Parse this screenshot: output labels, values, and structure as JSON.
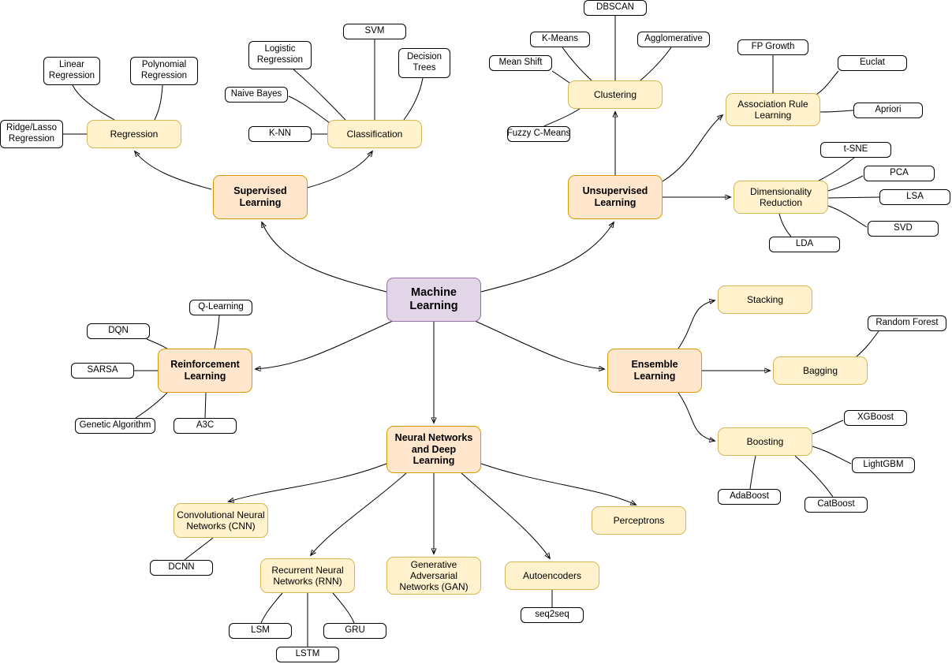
{
  "colors": {
    "root_fill": "#E1D5E7",
    "root_stroke": "#9673A6",
    "branch_fill": "#FFE6CC",
    "branch_stroke": "#D79B00",
    "sub_fill": "#FFF2CC",
    "sub_stroke": "#D6B656",
    "leaf_fill": "#FFFFFF",
    "leaf_stroke": "#000000",
    "edge": "#000000"
  },
  "nodes": {
    "machine_learning": "Machine Learning",
    "supervised_learning": "Supervised Learning",
    "unsupervised_learning": "Unsupervised Learning",
    "reinforcement_learning": "Reinforcement Learning",
    "ensemble_learning": "Ensemble Learning",
    "neural_networks_deep_learning": "Neural Networks and Deep Learning",
    "regression": "Regression",
    "classification": "Classification",
    "clustering": "Clustering",
    "association_rule_learning": "Association Rule Learning",
    "dimensionality_reduction": "Dimensionality Reduction",
    "stacking": "Stacking",
    "bagging": "Bagging",
    "boosting": "Boosting",
    "cnn": "Convolutional Neural Networks (CNN)",
    "rnn": "Recurrent Neural Networks (RNN)",
    "gan": "Generative Adversarial Networks (GAN)",
    "autoencoders": "Autoencoders",
    "perceptrons": "Perceptrons",
    "linear_regression": "Linear Regression",
    "polynomial_regression": "Polynomial Regression",
    "ridge_lasso_regression": "Ridge/Lasso Regression",
    "logistic_regression": "Logistic Regression",
    "svm": "SVM",
    "decision_trees": "Decision Trees",
    "naive_bayes": "Naive Bayes",
    "k_nn": "K-NN",
    "dbscan": "DBSCAN",
    "k_means": "K-Means",
    "agglomerative": "Agglomerative",
    "mean_shift": "Mean Shift",
    "fuzzy_c_means": "Fuzzy C-Means",
    "fp_growth": "FP Growth",
    "euclat": "Euclat",
    "apriori": "Apriori",
    "t_sne": "t-SNE",
    "pca": "PCA",
    "lsa": "LSA",
    "svd": "SVD",
    "lda": "LDA",
    "q_learning": "Q-Learning",
    "dqn": "DQN",
    "sarsa": "SARSA",
    "genetic_algorithm": "Genetic Algorithm",
    "a3c": "A3C",
    "random_forest": "Random Forest",
    "xgboost": "XGBoost",
    "lightgbm": "LightGBM",
    "adaboost": "AdaBoost",
    "catboost": "CatBoost",
    "dcnn": "DCNN",
    "lsm": "LSM",
    "lstm": "LSTM",
    "gru": "GRU",
    "seq2seq": "seq2seq"
  },
  "structure": {
    "machine_learning": [
      "supervised_learning",
      "unsupervised_learning",
      "reinforcement_learning",
      "ensemble_learning",
      "neural_networks_deep_learning"
    ],
    "supervised_learning": [
      "regression",
      "classification"
    ],
    "regression": [
      "linear_regression",
      "polynomial_regression",
      "ridge_lasso_regression"
    ],
    "classification": [
      "logistic_regression",
      "svm",
      "decision_trees",
      "naive_bayes",
      "k_nn"
    ],
    "unsupervised_learning": [
      "clustering",
      "association_rule_learning",
      "dimensionality_reduction"
    ],
    "clustering": [
      "dbscan",
      "k_means",
      "agglomerative",
      "mean_shift",
      "fuzzy_c_means"
    ],
    "association_rule_learning": [
      "fp_growth",
      "euclat",
      "apriori"
    ],
    "dimensionality_reduction": [
      "t_sne",
      "pca",
      "lsa",
      "svd",
      "lda"
    ],
    "reinforcement_learning": [
      "q_learning",
      "dqn",
      "sarsa",
      "genetic_algorithm",
      "a3c"
    ],
    "ensemble_learning": [
      "stacking",
      "bagging",
      "boosting"
    ],
    "bagging": [
      "random_forest"
    ],
    "boosting": [
      "xgboost",
      "lightgbm",
      "adaboost",
      "catboost"
    ],
    "neural_networks_deep_learning": [
      "cnn",
      "rnn",
      "gan",
      "autoencoders",
      "perceptrons"
    ],
    "cnn": [
      "dcnn"
    ],
    "rnn": [
      "lsm",
      "lstm",
      "gru"
    ],
    "autoencoders": [
      "seq2seq"
    ]
  }
}
